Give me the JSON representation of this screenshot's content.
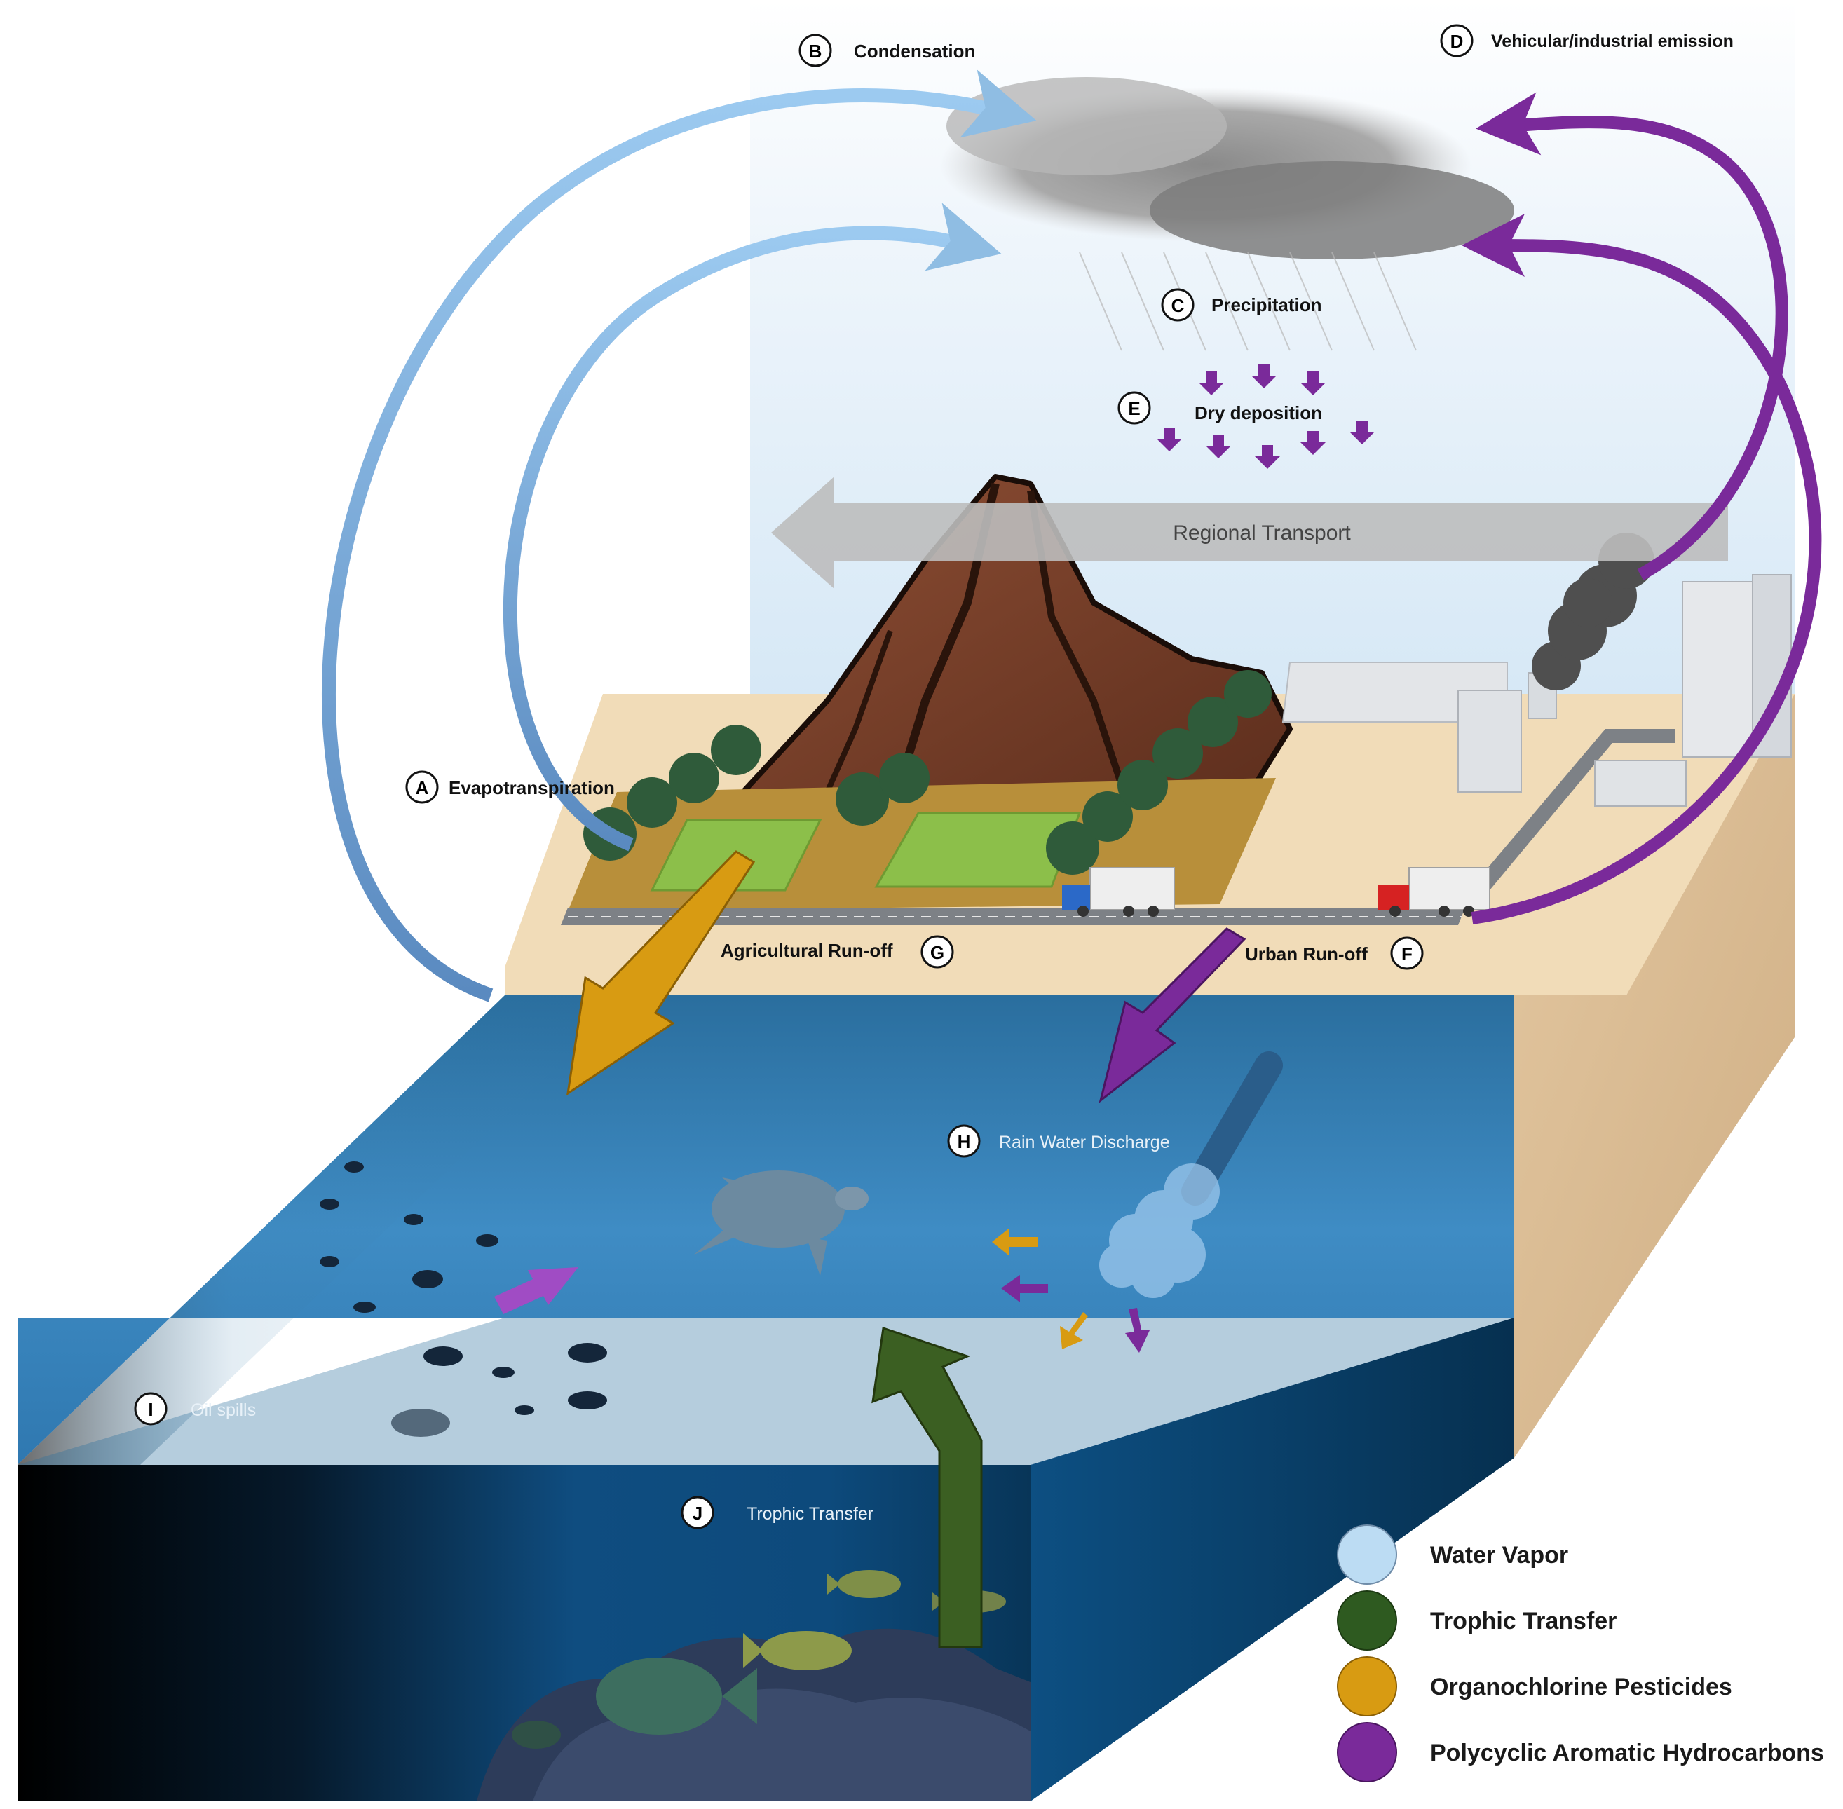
{
  "steps": [
    {
      "letter": "A",
      "label": "Evapotranspiration"
    },
    {
      "letter": "B",
      "label": "Condensation"
    },
    {
      "letter": "C",
      "label": "Precipitation"
    },
    {
      "letter": "D",
      "label": "Vehicular/industrial emission"
    },
    {
      "letter": "E",
      "label": "Dry deposition"
    },
    {
      "letter": "F",
      "label": "Urban Run-off"
    },
    {
      "letter": "G",
      "label": "Agricultural Run-off"
    },
    {
      "letter": "H",
      "label": "Rain Water Discharge"
    },
    {
      "letter": "I",
      "label": "Oil spills"
    },
    {
      "letter": "J",
      "label": "Trophic Transfer"
    }
  ],
  "regional_transport": "Regional Transport",
  "legend": [
    {
      "label": "Water Vapor",
      "color": "#bcdcf3"
    },
    {
      "label": "Trophic Transfer",
      "color": "#2e5a20"
    },
    {
      "label": "Organochlorine Pesticides",
      "color": "#d89b12"
    },
    {
      "label": "Polycyclic Aromatic Hydrocarbons",
      "color": "#7a2a9a"
    }
  ],
  "colors": {
    "water_vapor": "#8fbde3",
    "pah": "#7a2a9a",
    "ocp": "#d89b12",
    "trophic": "#3b5f22"
  }
}
